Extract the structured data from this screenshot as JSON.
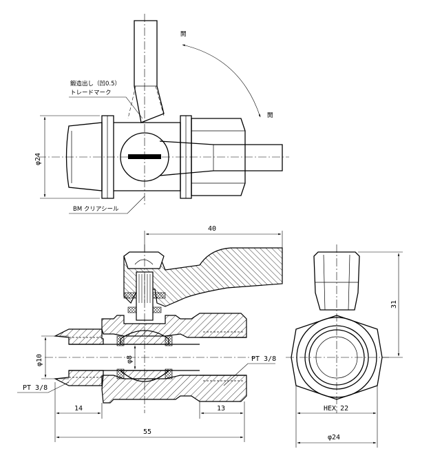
{
  "labels": {
    "open_top": "開",
    "open_right": "開",
    "forged_mark": "鍛造出し（凹0.5）",
    "trademark": "トレードマーク",
    "dia_24_top": "φ24",
    "bm_seal": "BM クリアシール",
    "dim_40": "40",
    "dim_31": "31",
    "dia_10": "φ10",
    "dia_8": "φ8",
    "pt_right": "PT 3/8",
    "pt_left": "PT 3/8",
    "dim_14": "14",
    "dim_13": "13",
    "dim_55": "55",
    "hex_22": "HEX 22",
    "dia_24_bottom": "φ24"
  }
}
